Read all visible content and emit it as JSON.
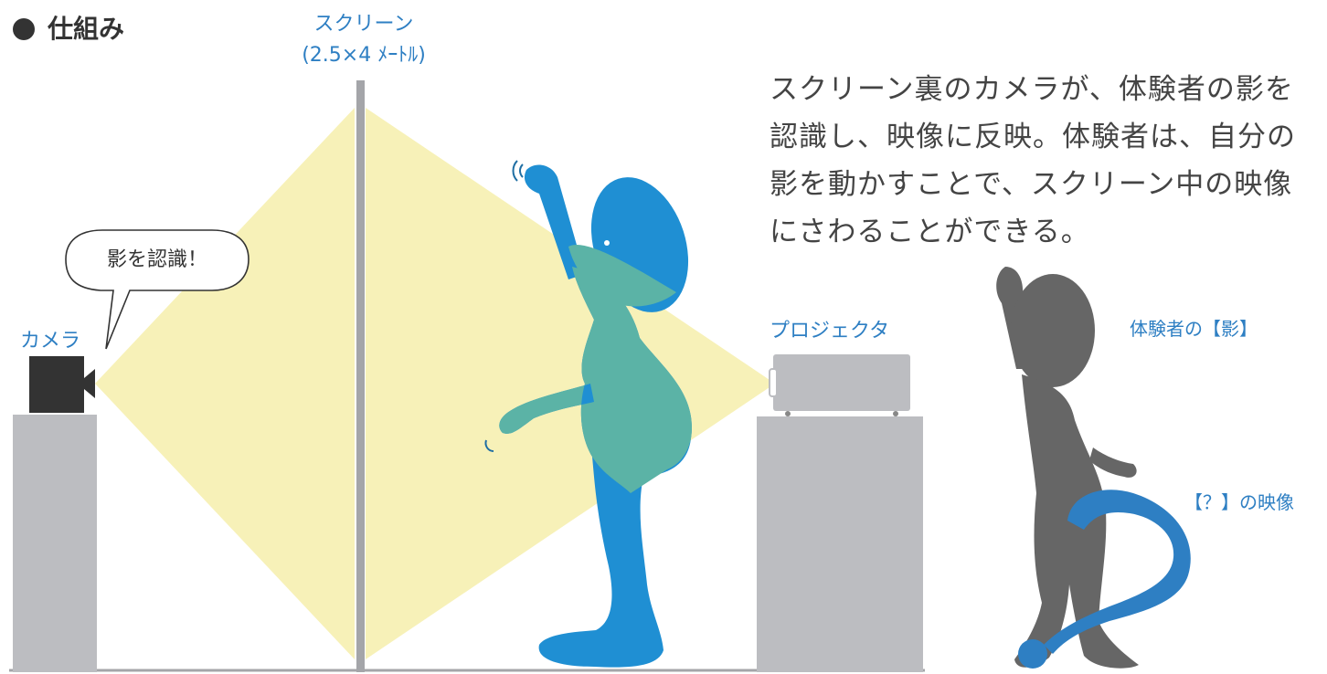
{
  "header": {
    "title": "仕組み"
  },
  "screen": {
    "label_line1": "スクリーン",
    "label_line2": "(2.5×4 ﾒｰﾄﾙ)"
  },
  "description": "スクリーン裏のカメラが、体験者の影を認識し、映像に反映。体験者は、自分の影を動かすことで、スクリーン中の映像にさわることができる。",
  "camera": {
    "label": "カメラ",
    "speech": "影を認識！"
  },
  "projector": {
    "label": "プロジェクタ"
  },
  "labels": {
    "participant_shadow": "体験者の【影】",
    "projected_image": "【？】の映像"
  },
  "colors": {
    "accent_blue": "#2e7fc3",
    "person_blue": "#1f8fd3",
    "shadow_gray": "#666666",
    "light_cone": "#f7f1b8",
    "overlap_teal": "#5bb3a6",
    "equipment_gray": "#bcbdc1",
    "camera_black": "#333333"
  },
  "icons": [
    "camera-icon",
    "projector-icon",
    "speech-bubble",
    "person-figure",
    "shadow-figure",
    "question-mark-image"
  ]
}
